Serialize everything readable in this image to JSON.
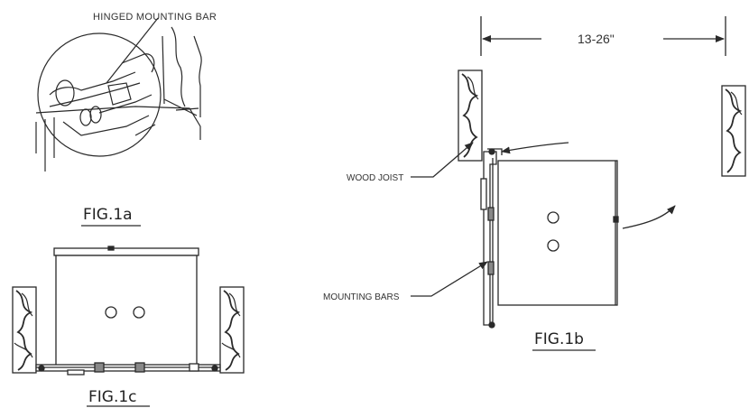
{
  "fig1a": {
    "caption": "FIG.1a",
    "callout": "HINGED MOUNTING BAR"
  },
  "fig1b": {
    "caption": "FIG.1b",
    "dimension": "13-26\"",
    "wood_joist_label": "WOOD JOIST",
    "mounting_bars_label": "MOUNTING BARS"
  },
  "fig1c": {
    "caption": "FIG.1c"
  },
  "colors": {
    "line": "#2a2a2a",
    "fill": "#ffffff"
  }
}
